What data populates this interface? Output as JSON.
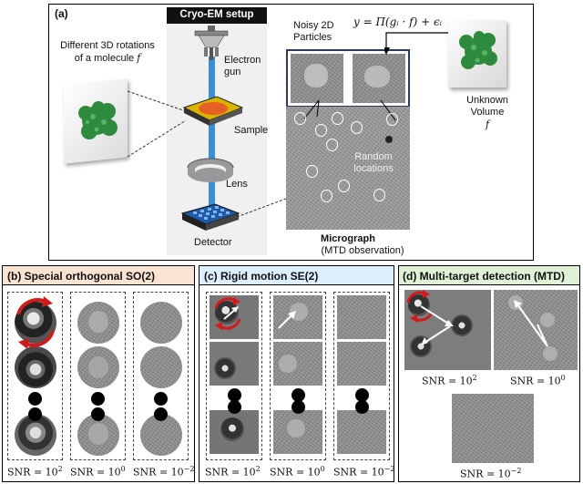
{
  "panel_a": {
    "label": "(a)",
    "setup_title": "Cryo-EM setup",
    "rotations_caption": "Different 3D rotations of a molecule",
    "rotations_var": "f",
    "electron_gun": "Electron gun",
    "sample": "Sample",
    "lens": "Lens",
    "detector": "Detector",
    "noisy_particles": "Noisy 2D Particles",
    "equation": "y = Π(gᵢ · f) + ϵᵢ",
    "unknown_volume": "Unknown Volume",
    "volume_var": "f",
    "random_locations": "Random locations",
    "micrograph": "Micrograph",
    "mtd_observation": "(MTD observation)"
  },
  "panel_b": {
    "title": "(b) Special orthogonal SO(2)",
    "snr_labels": [
      "SNR = 10",
      "SNR = 10",
      "SNR = 10"
    ],
    "snr_exponents": [
      "2",
      "0",
      "−2"
    ]
  },
  "panel_c": {
    "title": "(c) Rigid motion SE(2)",
    "snr_labels": [
      "SNR = 10",
      "SNR = 10",
      "SNR = 10"
    ],
    "snr_exponents": [
      "2",
      "0",
      "−2"
    ]
  },
  "panel_d": {
    "title": "(d) Multi-target detection (MTD)",
    "snr_labels": [
      "SNR = 10",
      "SNR = 10",
      "SNR = 10"
    ],
    "snr_exponents": [
      "2",
      "0",
      "−2"
    ]
  },
  "colors": {
    "panel_b_header": "#fbe3d2",
    "panel_c_header": "#dcefff",
    "panel_d_header": "#dff2d6",
    "beam": "#3b8fd8",
    "molecule": "#2e8b3e",
    "arrow_red": "#d11a1a"
  }
}
